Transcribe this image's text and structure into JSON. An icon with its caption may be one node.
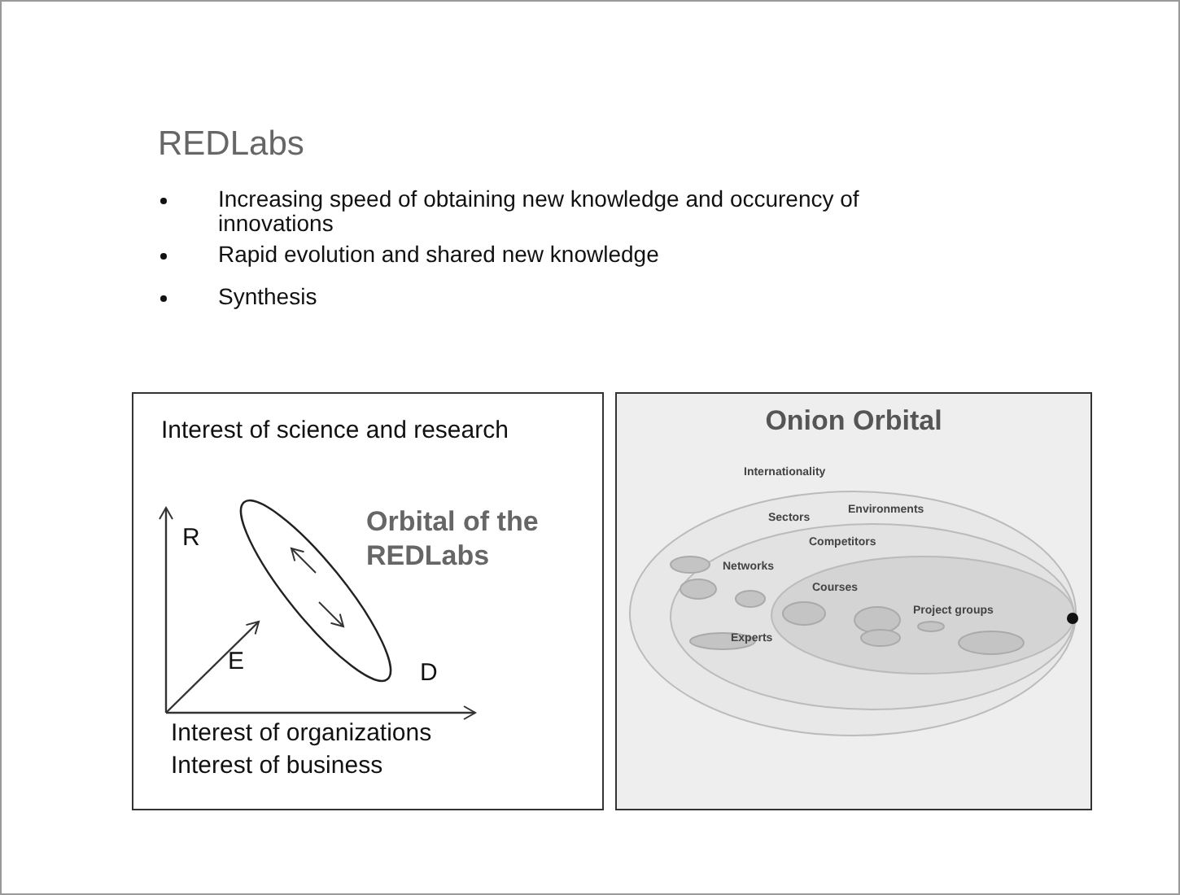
{
  "diagram": {
    "title": "REDLabs",
    "nodes": [
      {
        "text": [
          "Interest of science and research",
          "Interest of organizations",
          "Interest of business"
        ]
      },
      {
        "text": [],
        "shape": "ellipse",
        "in": 0,
        "beside": [
          "Orbital of the REDLabs"
        ]
      },
      {
        "text": [
          "Onion Orbital"
        ]
      }
    ],
    "edges": [],
    "labels": [
      "Increasing speed of obtaining new knowledge and occurency of innovations",
      "Rapid evolution and shared new knowledge",
      "Synthesis",
      "R",
      "E",
      "D",
      "Internationality",
      "Sectors",
      "Environments",
      "Competitors",
      "Networks",
      "Courses",
      "Project groups",
      "Experts"
    ]
  }
}
